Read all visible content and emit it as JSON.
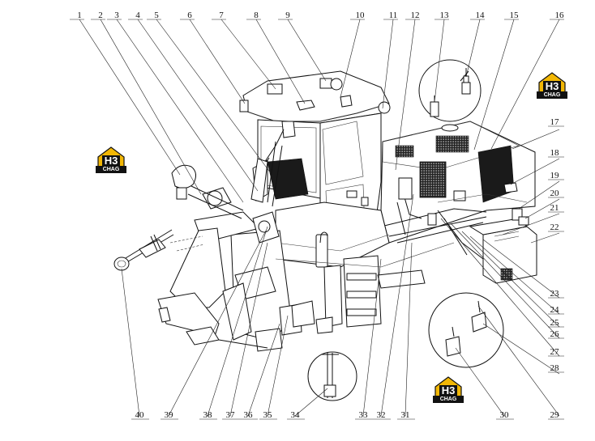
{
  "diagram": {
    "callouts": [
      "1",
      "2",
      "3",
      "4",
      "5",
      "6",
      "7",
      "8",
      "9",
      "10",
      "11",
      "12",
      "13",
      "14",
      "15",
      "16",
      "17",
      "18",
      "19",
      "20",
      "21",
      "22",
      "23",
      "24",
      "25",
      "26",
      "27",
      "28",
      "29",
      "30",
      "31",
      "32",
      "33",
      "34",
      "35",
      "36",
      "37",
      "38",
      "39",
      "40"
    ],
    "watermark_text": "CHAG",
    "watermark_mark": "H3",
    "colors": {
      "line": "#111111",
      "watermark_yellow": "#f2b705",
      "watermark_dark": "#111111"
    }
  }
}
